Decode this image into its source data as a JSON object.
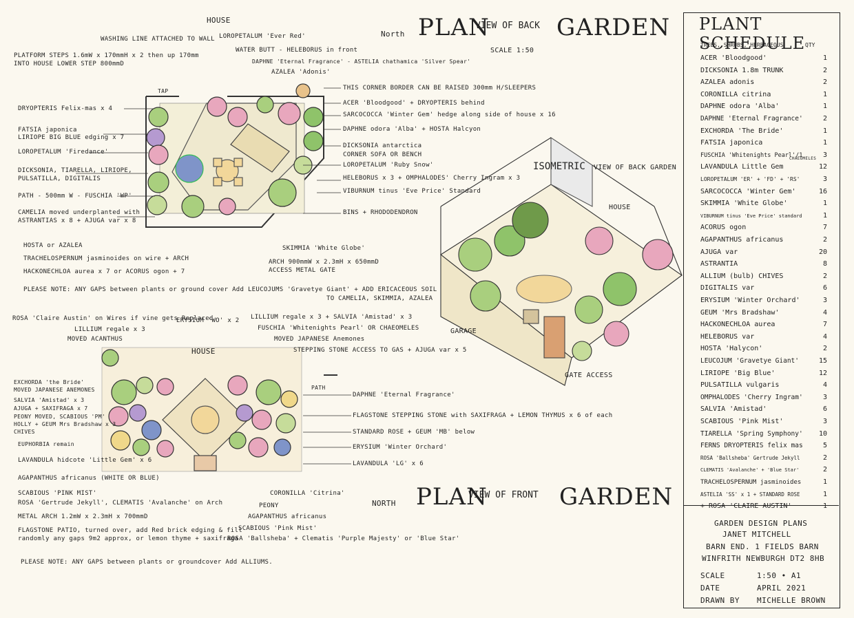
{
  "back_plan": {
    "title_plan": "PLAN",
    "title_view": "VIEW OF BACK",
    "title_garden": "GARDEN",
    "north": "North",
    "scale": "SCALE 1:50",
    "house": "HOUSE",
    "tap": "TAP",
    "labels_left": [
      "PLATFORM STEPS 1.6mW x 170mmH x 2 then up 170mm",
      "INTO HOUSE LOWER STEP 800mmD",
      "DRYOPTERIS Felix-mas x 4",
      "FATSIA japonica",
      "LIRIOPE BIG BLUE edging x 7",
      "LOROPETALUM 'Firedance'",
      "DICKSONIA, TIARELLA, LIRIOPE,",
      "PULSATILLA, DIGITALIS",
      "PATH - 500mm W - FUSCHIA 'WP'",
      "CAMELIA moved underplanted with",
      "ASTRANTIAS x 8 + AJUGA var x 8",
      "HOSTA or AZALEA",
      "TRACHELOSPERNUM jasminoides on wire + ARCH",
      "HACKONECHLOA aurea x 7  or ACORUS ogon + 7"
    ],
    "labels_top": [
      "WASHING LINE ATTACHED TO WALL",
      "LOROPETALUM 'Ever Red'",
      "WATER BUTT - HELEBORUS in front",
      "DAPHNE 'Eternal Fragrance' - ASTELIA chathamica 'Silver Spear'",
      "AZALEA 'Adonis'"
    ],
    "labels_right": [
      "THIS CORNER BORDER CAN BE RAISED 300mm H/SLEEPERS",
      "ACER 'Bloodgood' + DRYOPTERIS behind",
      "SARCOCOCCA 'Winter Gem' hedge along side of house x 16",
      "DAPHNE odora 'Alba' + HOSTA Halcyon",
      "DICKSONIA antarctica",
      "CORNER SOFA  OR  BENCH",
      "LOROPETALUM 'Ruby Snow'",
      "HELEBORUS x 3 + OMPHALODES' Cherry Ingram x 3",
      "VIBURNUM tinus 'Eve Price' Standard",
      "BINS + RHODODENDRON",
      "SKIMMIA 'White Globe'",
      "ARCH 900mmW x 2.3mH x 650mmD",
      "ACCESS METAL GATE"
    ],
    "note": "PLEASE NOTE: ANY GAPS between plants or ground cover Add LEUCOJUMS 'Gravetye Giant' + ADD ERICACEOUS SOIL",
    "note2": "TO CAMELIA, SKIMMIA, AZALEA"
  },
  "isometric": {
    "title": "ISOMETRIC",
    "subtitle": "VIEW OF BACK GARDEN",
    "house": "HOUSE",
    "garage": "GARAGE",
    "gate": "GATE ACCESS"
  },
  "front_plan": {
    "title_plan": "PLAN",
    "title_view": "VIEW OF FRONT",
    "title_garden": "GARDEN",
    "north": "NORTH",
    "house": "HOUSE",
    "path": "PATH",
    "labels_left": [
      "ROSA 'Claire Austin' on Wires if vine gets Replaced",
      "LILLIUM regale x 3",
      "MOVED ACANTHUS",
      "EXCHORDA 'the Bride'",
      "MOVED JAPANESE ANEMONES",
      "SALVIA 'Amistad' x 3",
      "AJUGA + SAXIFRAGA x 7",
      "PEONY MOVED, SCABIOUS 'PM'",
      "HOLLY + GEUM Mrs Bradshaw x 3",
      "CHIVES",
      "EUPHORBIA remain",
      "LAVANDULA hidcote 'Little Gem' x 6",
      "AGAPANTHUS africanus (WHITE OR BLUE)",
      "SCABIOUS 'PINK MIST'",
      "ROSA 'Gertrude Jekyll', CLEMATIS 'Avalanche' on Arch",
      "METAL ARCH 1.2mW x 2.3mH x 700mmD",
      "FLAGSTONE PATIO, turned over, add Red brick edging & fill",
      "randomly any gaps 9m2 approx, or lemon thyme + saxifraga"
    ],
    "labels_top": [
      "ERYSIUM 'WO' x 2",
      "LILLIUM regale x 3 + SALVIA 'Amistad' x 3",
      "FUSCHIA 'Whitenights Pearl' OR CHAEOMELES",
      "MOVED JAPANESE Anemones",
      "STEPPING STONE ACCESS TO GAS + AJUGA var x 5"
    ],
    "labels_right": [
      "DAPHNE 'Eternal Fragrance'",
      "FLAGSTONE STEPPING STONE with SAXIFRAGA + LEMON THYMUS x 6 of each",
      "STANDARD ROSE + GEUM 'MB' below",
      "ERYSIUM 'Winter Orchard'",
      "LAVANDULA 'LG' x 6",
      "CORONILLA 'Citrina'",
      "PEONY",
      "AGAPANTHUS africanus",
      "SCABIOUS 'Pink Mist'",
      "ROSA 'Ballsheba' + Clematis 'Purple Majesty' or 'Blue Star'"
    ],
    "note": "PLEASE NOTE: ANY GAPS between plants or groundcover Add ALLIUMS."
  },
  "schedule": {
    "title": "PLANT SCHEDULE",
    "header": "TREES, SHRUBS, HERBACEOUS",
    "qty_header": "QTY",
    "chaeomeles_note": "CHAEOMELES",
    "items": [
      {
        "name": "ACER 'Bloodgood'",
        "qty": "1"
      },
      {
        "name": "DICKSONIA 1.8m TRUNK",
        "qty": "2"
      },
      {
        "name": "AZALEA adonis",
        "qty": "2"
      },
      {
        "name": "CORONILLA citrina",
        "qty": "1"
      },
      {
        "name": "DAPHNE odora 'Alba'",
        "qty": "1"
      },
      {
        "name": "DAPHNE 'Eternal Fragrance'",
        "qty": "2"
      },
      {
        "name": "EXCHORDA 'The Bride'",
        "qty": "1"
      },
      {
        "name": "FATSIA japonica",
        "qty": "1"
      },
      {
        "name": "FUSCHIA 'Whitenights Pearl'/1",
        "qty": "3"
      },
      {
        "name": "LAVANDULA Little Gem",
        "qty": "12"
      },
      {
        "name": "LOROPETALUM 'ER' + 'FD' + 'RS'",
        "qty": "3"
      },
      {
        "name": "SARCOCOCCA 'Winter Gem'",
        "qty": "16"
      },
      {
        "name": "SKIMMIA 'White Globe'",
        "qty": "1"
      },
      {
        "name": "VIBURNUM tinus 'Eve Price' standard",
        "qty": "1"
      },
      {
        "name": "ACORUS ogon",
        "qty": "7"
      },
      {
        "name": "AGAPANTHUS africanus",
        "qty": "2"
      },
      {
        "name": "AJUGA var",
        "qty": "20"
      },
      {
        "name": "ASTRANTIA",
        "qty": "8"
      },
      {
        "name": "ALLIUM (bulb) CHIVES",
        "qty": "2"
      },
      {
        "name": "DIGITALIS var",
        "qty": "6"
      },
      {
        "name": "ERYSIUM 'Winter Orchard'",
        "qty": "3"
      },
      {
        "name": "GEUM 'Mrs Bradshaw'",
        "qty": "4"
      },
      {
        "name": "HACKONECHLOA aurea",
        "qty": "7"
      },
      {
        "name": "HELEBORUS var",
        "qty": "4"
      },
      {
        "name": "HOSTA 'Halycon'",
        "qty": "2"
      },
      {
        "name": "LEUCOJUM 'Gravetye Giant'",
        "qty": "15"
      },
      {
        "name": "LIRIOPE 'Big Blue'",
        "qty": "12"
      },
      {
        "name": "PULSATILLA vulgaris",
        "qty": "4"
      },
      {
        "name": "OMPHALODES 'Cherry Ingram'",
        "qty": "3"
      },
      {
        "name": "SALVIA 'Amistad'",
        "qty": "6"
      },
      {
        "name": "SCABIOUS 'Pink Mist'",
        "qty": "3"
      },
      {
        "name": "TIARELLA 'Spring Symphony'",
        "qty": "10"
      },
      {
        "name": "FERNS DRYOPTERIS felix mas",
        "qty": "5"
      },
      {
        "name": "ROSA 'Ballsheba' Gertrude Jekyll",
        "qty": "2"
      },
      {
        "name": "CLEMATIS 'Avalanche' + 'Blue Star'",
        "qty": "2"
      },
      {
        "name": "TRACHELOSPERNUM jasminoides",
        "qty": "1"
      },
      {
        "name": "ASTELIA 'SS' x 1 + STANDARD ROSE",
        "qty": "1"
      },
      {
        "name": "+ ROSA 'CLAIRE AUSTIN'",
        "qty": "1"
      }
    ]
  },
  "title_block": {
    "project": "GARDEN DESIGN PLANS",
    "client": "JANET MITCHELL",
    "address1": "BARN END. 1 FIELDS BARN",
    "address2": "WINFRITH NEWBURGH DT2 8HB",
    "scale_label": "SCALE",
    "scale_value": "1:50 • A1",
    "date_label": "DATE",
    "date_value": "APRIL 2021",
    "drawn_label": "DRAWN BY",
    "drawn_value": "MICHELLE BROWN"
  },
  "colors": {
    "paper": "#fbf8ef",
    "ink": "#222222",
    "green": "#a9cf7e",
    "dark_green": "#6f9a4a",
    "pink": "#e8a7bd",
    "blue": "#7f94c9",
    "yellow": "#f0d88a",
    "purple": "#b59ad0"
  }
}
